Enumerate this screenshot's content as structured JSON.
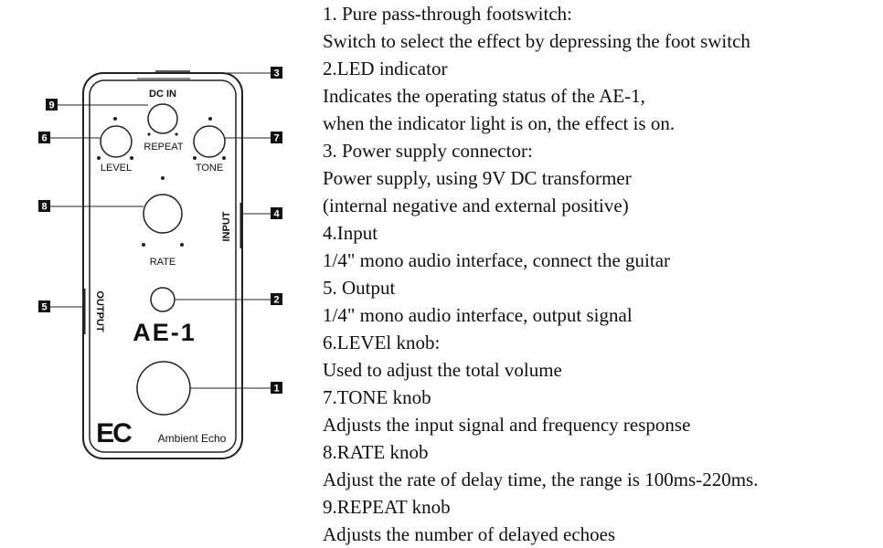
{
  "pedal": {
    "model": "AE-1",
    "brand_logo": "EC",
    "brand_name": "Ambient Echo",
    "labels": {
      "dc_in": "DC IN",
      "repeat": "REPEAT",
      "level": "LEVEL",
      "tone": "TONE",
      "rate": "RATE",
      "input": "INPUT",
      "output": "OUTPUT"
    }
  },
  "callouts": {
    "c1": "1",
    "c2": "2",
    "c3": "3",
    "c4": "4",
    "c5": "5",
    "c6": "6",
    "c7": "7",
    "c8": "8",
    "c9": "9"
  },
  "descriptions": [
    "1. Pure pass-through footswitch:",
    "Switch to select the effect by depressing the foot switch",
    "2.LED indicator",
    "Indicates the operating status of the AE-1,",
    "when the indicator light is on, the effect is on.",
    "3. Power supply connector:",
    "Power supply, using 9V DC transformer",
    "(internal negative and external positive)",
    "4.Input",
    "1/4\" mono audio interface, connect the guitar",
    "5. Output",
    "1/4\" mono audio interface, output signal",
    "6.LEVEl knob:",
    "Used to adjust the total volume",
    "7.TONE knob",
    "Adjusts the input signal and frequency response",
    "8.RATE knob",
    "Adjust the rate of delay time, the range is 100ms-220ms.",
    "9.REPEAT knob",
    "Adjusts the number of delayed echoes"
  ]
}
